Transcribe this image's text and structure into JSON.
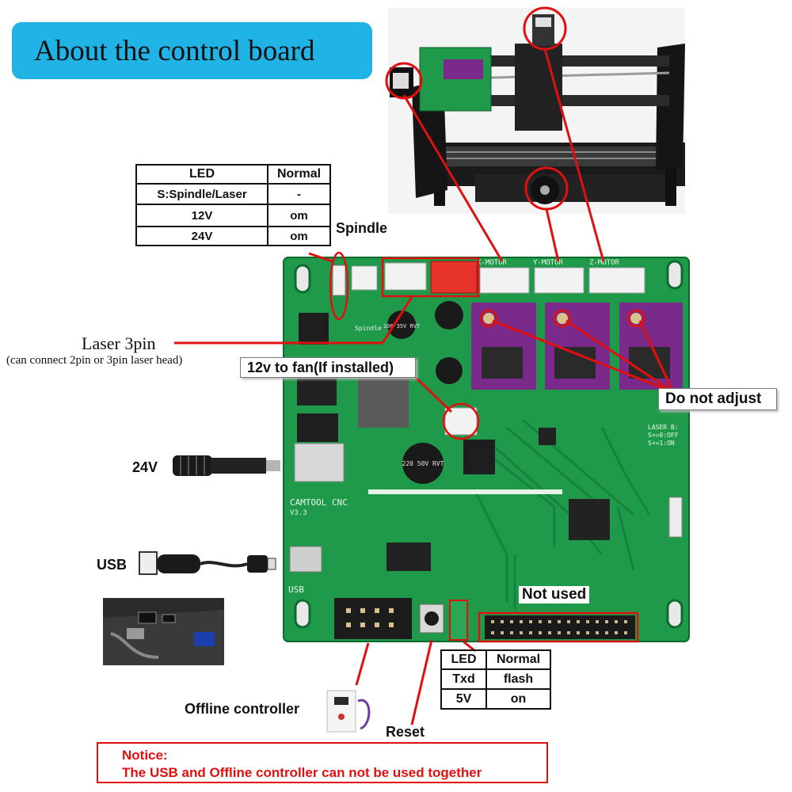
{
  "title": "About the control board",
  "spindle_led_table": {
    "headers": [
      "LED",
      "Normal"
    ],
    "rows": [
      [
        "S:Spindle/Laser",
        "-"
      ],
      [
        "12V",
        "om"
      ],
      [
        "24V",
        "om"
      ]
    ]
  },
  "usb_led_table": {
    "headers": [
      "LED",
      "Normal"
    ],
    "rows": [
      [
        "Txd",
        "flash"
      ],
      [
        "5V",
        "on"
      ]
    ]
  },
  "labels": {
    "spindle": "Spindle",
    "laser_title": "Laser 3pin",
    "laser_sub": "(can connect 2pin or 3pin laser head)",
    "fan": "12v to fan(If installed)",
    "do_not_adjust": "Do not adjust",
    "power_24v": "24V",
    "usb": "USB",
    "not_used": "Not used",
    "offline_controller": "Offline controller",
    "reset": "Reset"
  },
  "board": {
    "name": "CAMTOOL CNC",
    "version": "V3.3",
    "usb_silk": "USB",
    "x_motor": "X-MOTOR",
    "y_motor": "Y-MOTOR",
    "z_motor": "Z-MOTOR",
    "cap_small": "100 35V RVT",
    "cap_big": "220 50V RVT",
    "spindle_silk": "Spindle",
    "laser_b": "LASER B:",
    "s0": "S+=0:OFF",
    "s1": "S+=1:ON"
  },
  "notice": {
    "heading": "Notice:",
    "text": "The USB and Offline controller can not be used together"
  },
  "colors": {
    "banner": "#1fb3e6",
    "pcb": "#1f9a4a",
    "highlight": "#e01010",
    "driver": "#7a2a8a"
  }
}
